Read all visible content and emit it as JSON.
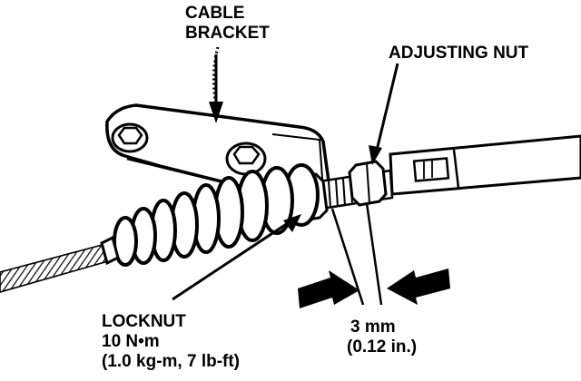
{
  "labels": {
    "cable_bracket": [
      "CABLE",
      "BRACKET"
    ],
    "adjusting_nut": "ADJUSTING NUT",
    "locknut": [
      "LOCKNUT",
      "10 N•m",
      "(1.0 kg-m, 7 lb-ft)"
    ],
    "gap": [
      "3 mm",
      "(0.12 in.)"
    ]
  },
  "colors": {
    "ink": "#000000",
    "paper": "#ffffff"
  }
}
